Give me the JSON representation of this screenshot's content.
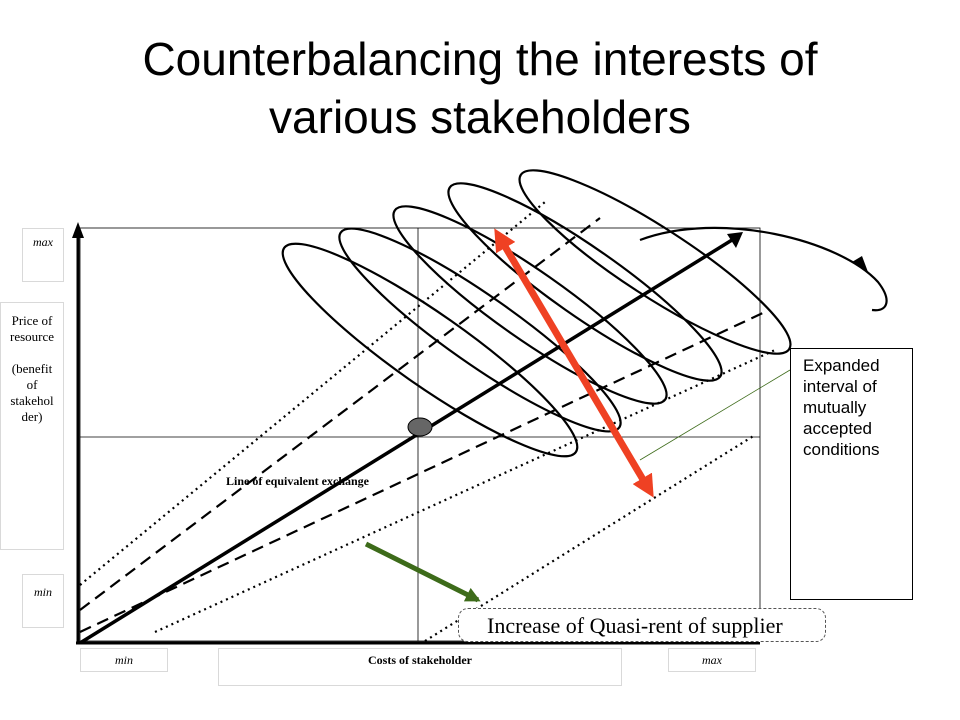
{
  "title": {
    "line1": "Counterbalancing the interests of",
    "line2": "various stakeholders"
  },
  "y_axis": {
    "max_label": "max",
    "min_label": "min",
    "label_lines": [
      "Price of",
      "resource",
      "",
      "(benefit",
      "of",
      "stakehol",
      "der)"
    ]
  },
  "x_axis": {
    "min_label": "min",
    "max_label": "max",
    "label": "Costs of stakeholder"
  },
  "line_label": "Line of equivalent exchange",
  "callout": {
    "lines": [
      "Expanded",
      "interval of",
      "mutually",
      "accepted",
      "conditions"
    ]
  },
  "quasi_rent_label": "Increase of Quasi-rent of supplier",
  "colors": {
    "red_arrow": "#ef4123",
    "green_arrow": "#3d6b1a",
    "node": "#666666"
  }
}
